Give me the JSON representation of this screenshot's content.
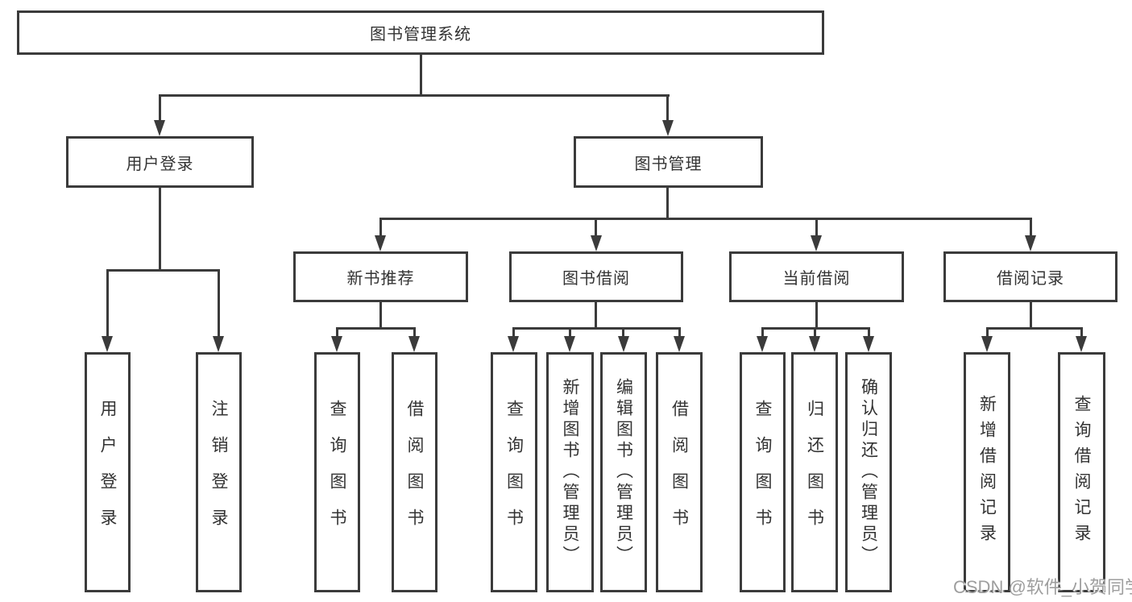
{
  "tree": {
    "root": {
      "label": "图书管理系统"
    },
    "children": [
      {
        "label": "用户登录",
        "children": [
          {
            "label": "用户登录"
          },
          {
            "label": "注销登录"
          }
        ]
      },
      {
        "label": "图书管理",
        "children": [
          {
            "label": "新书推荐",
            "children": [
              {
                "label": "查询图书"
              },
              {
                "label": "借阅图书"
              }
            ]
          },
          {
            "label": "图书借阅",
            "children": [
              {
                "label": "查询图书"
              },
              {
                "label": "新增图书（管理员）"
              },
              {
                "label": "编辑图书（管理员）"
              },
              {
                "label": "借阅图书"
              }
            ]
          },
          {
            "label": "当前借阅",
            "children": [
              {
                "label": "查询图书"
              },
              {
                "label": "归还图书"
              },
              {
                "label": "确认归还（管理员）"
              }
            ]
          },
          {
            "label": "借阅记录",
            "children": [
              {
                "label": "新增借阅记录"
              },
              {
                "label": "查询借阅记录"
              }
            ]
          }
        ]
      }
    ]
  },
  "watermark": {
    "text": "CSDN @软件_小贺同学"
  },
  "colors": {
    "line": "#3b3b3b",
    "text": "#333333",
    "background": "#ffffff",
    "watermark": "#9e9e9e"
  }
}
